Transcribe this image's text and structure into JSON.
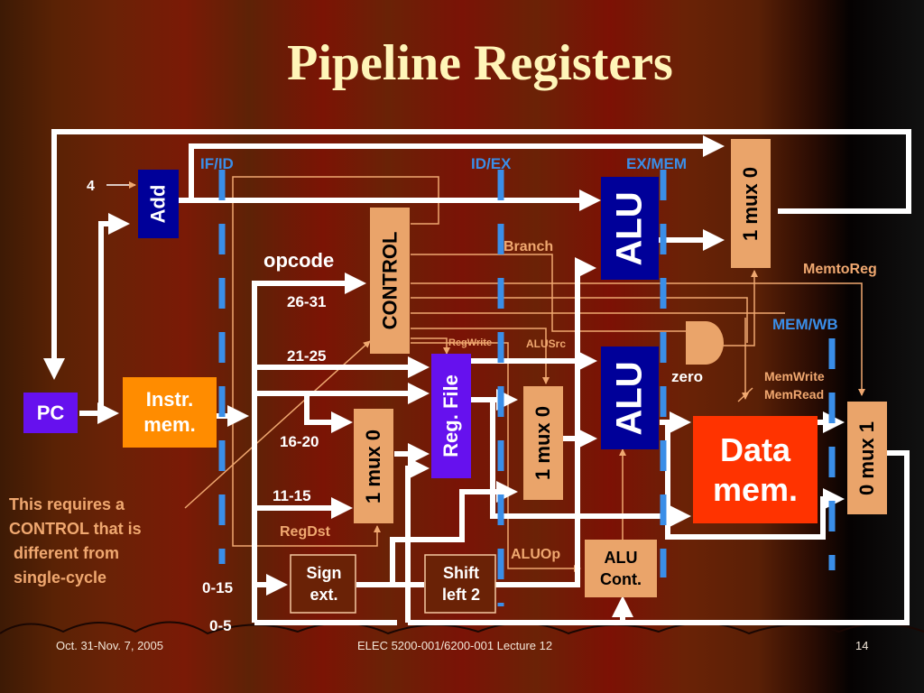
{
  "slide": {
    "title": "Pipeline Registers",
    "footer_left": "Oct. 31-Nov. 7, 2005",
    "footer_center": "ELEC 5200-001/6200-001 Lecture 12",
    "page_number": "14"
  },
  "pipeline_registers": [
    "IF/ID",
    "ID/EX",
    "EX/MEM",
    "MEM/WB"
  ],
  "blocks": {
    "pc": "PC",
    "add": "Add",
    "instr_mem": "Instr.\nmem.",
    "control": "CONTROL",
    "reg_file": "Reg. File",
    "mux_regdst": "1 mux 0",
    "mux_alusrc": "1 mux 0",
    "mux_branch": "1 mux 0",
    "mux_memtoreg": "0 mux 1",
    "alu_top": "ALU",
    "alu_main": "ALU",
    "data_mem": "Data\nmem.",
    "sign_ext": "Sign\next.",
    "shift_left": "Shift\nleft 2",
    "alu_control": "ALU\nCont."
  },
  "labels": {
    "four": "4",
    "opcode": "opcode",
    "bits_26_31": "26-31",
    "bits_21_25": "21-25",
    "bits_16_20": "16-20",
    "bits_11_15": "11-15",
    "bits_0_15": "0-15",
    "bits_0_5": "0-5",
    "zero": "zero"
  },
  "control_signals": {
    "branch": "Branch",
    "regwrite": "RegWrite",
    "alusrc": "ALUSrc",
    "regdst": "RegDst",
    "aluop": "ALUOp",
    "memtoreg": "MemtoReg",
    "memwrite": "MemWrite",
    "memread": "MemRead"
  },
  "annotation": "This requires a\nCONTROL that is\n different from\n single-cycle",
  "colors": {
    "register_bar": "#3a8ee8",
    "signal_line": "#f0a870",
    "mux_fill": "#eaa46a",
    "alu_fill": "#000099",
    "pc_fill": "#6611ee",
    "instr_mem_fill": "#ff8c00",
    "data_mem_fill": "#ff3300",
    "title": "#fff5b8"
  }
}
